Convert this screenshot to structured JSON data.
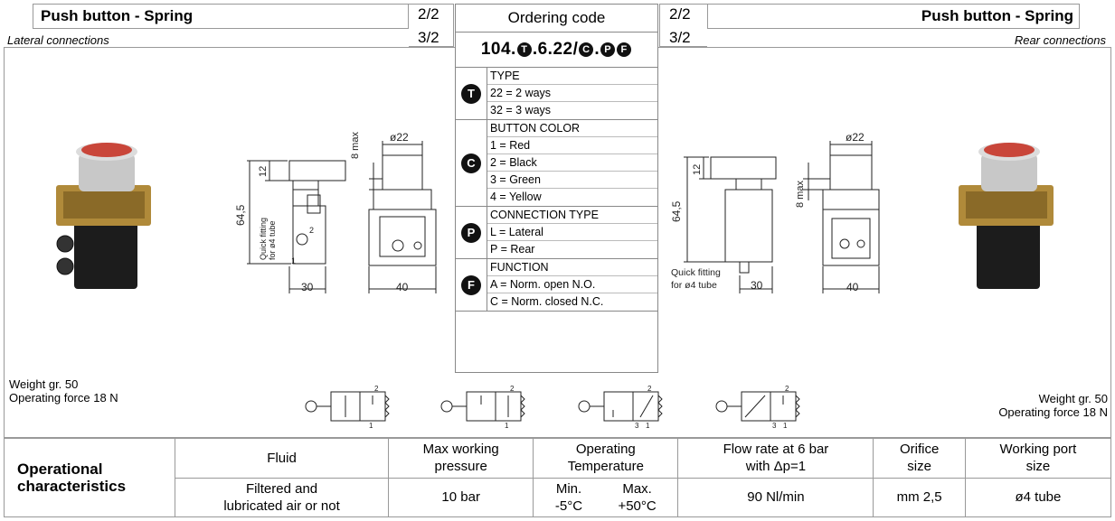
{
  "header": {
    "left_title": "Push button - Spring",
    "right_title": "Push button - Spring",
    "left_subtitle": "Lateral connections",
    "right_subtitle": "Rear connections",
    "ways_a": "2/2",
    "ways_b": "3/2"
  },
  "ordering": {
    "title": "Ordering code",
    "code_prefix": "104.",
    "code_mid": ".6.22/",
    "code_sep": ".",
    "badge_t": "T",
    "badge_c": "C",
    "badge_p": "P",
    "badge_f": "F",
    "groups": [
      {
        "badge": "T",
        "rows": [
          "TYPE",
          "22 = 2 ways",
          "32 = 3 ways"
        ]
      },
      {
        "badge": "C",
        "rows": [
          "BUTTON COLOR",
          "1 = Red",
          "2 = Black",
          "3 = Green",
          "4 = Yellow"
        ]
      },
      {
        "badge": "P",
        "rows": [
          "CONNECTION TYPE",
          "L = Lateral",
          "P = Rear"
        ]
      },
      {
        "badge": "F",
        "rows": [
          "FUNCTION",
          "A = Norm. open N.O.",
          "C = Norm. closed N.C."
        ]
      }
    ]
  },
  "drawing_left": {
    "dim_diameter": "ø22",
    "dim_8max": "8 max",
    "dim_12": "12",
    "dim_645": "64,5",
    "quick_fitting": "Quick fitting",
    "for_tube": "for ø4 tube",
    "dim_30": "30",
    "dim_40": "40",
    "port_2": "2",
    "port_1": "1"
  },
  "drawing_right": {
    "dim_diameter": "ø22",
    "dim_8max": "8 max",
    "dim_12": "12",
    "dim_645": "64,5",
    "quick_fitting": "Quick fitting",
    "for_tube": "for ø4 tube",
    "dim_30": "30",
    "dim_40": "40"
  },
  "symbols": {
    "p2": "2",
    "p1": "1",
    "p3": "3"
  },
  "left_meta": {
    "weight": "Weight gr. 50",
    "force": "Operating force 18 N"
  },
  "right_meta": {
    "weight": "Weight gr. 50",
    "force": "Operating force 18 N"
  },
  "characteristics": {
    "row_title_1": "Operational",
    "row_title_2": "characteristics",
    "headers": [
      [
        "Fluid"
      ],
      [
        "Max working",
        "pressure"
      ],
      [
        "Operating",
        "Temperature"
      ],
      [
        "Flow rate at 6 bar",
        "with Δp=1"
      ],
      [
        "Orifice",
        "size"
      ],
      [
        "Working port",
        "size"
      ]
    ],
    "values": {
      "fluid_1": "Filtered and",
      "fluid_2": "lubricated air or not",
      "pressure": "10 bar",
      "temp_min_label": "Min.",
      "temp_min": "-5°C",
      "temp_max_label": "Max.",
      "temp_max": "+50°C",
      "flow": "90 Nl/min",
      "orifice": "mm 2,5",
      "port": "ø4 tube"
    }
  },
  "colors": {
    "button_red": "#c9463a",
    "brass": "#b08a3a",
    "body_black": "#1c1c1c",
    "line_gray": "#999999"
  }
}
